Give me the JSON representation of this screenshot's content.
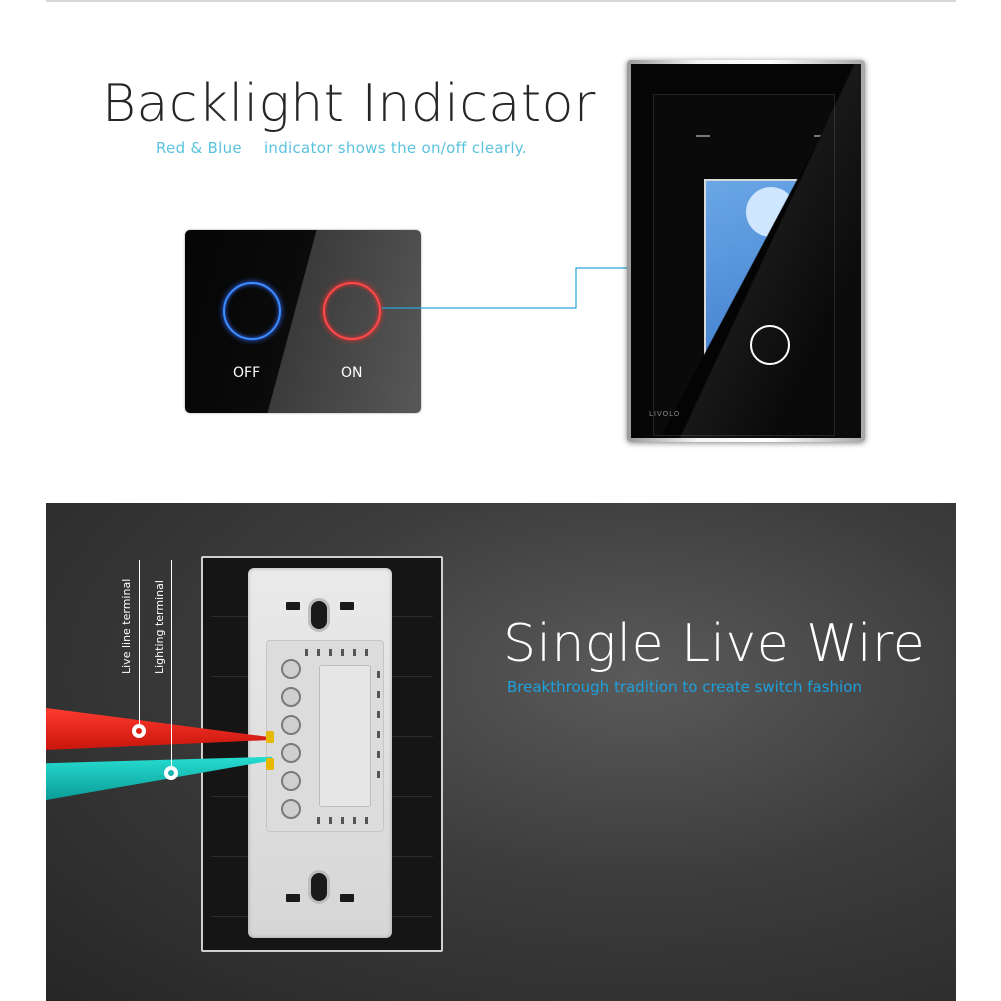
{
  "backlight": {
    "title": "Backlight Indicator",
    "subtitle_left": "Red & Blue",
    "subtitle_right": "indicator shows the on/off clearly.",
    "off_label": "OFF",
    "on_label": "ON",
    "brand_text": "LIVOLO"
  },
  "live_wire": {
    "title": "Single Live Wire",
    "subtitle": "Breakthrough tradition to create switch fashion",
    "live_line_label": "Live line terminal",
    "lighting_label": "Lighting terminal"
  },
  "colors": {
    "indicator_blue": "#3e8cff",
    "indicator_red": "#ff4a4a",
    "accent_cyan": "#5bc2dd",
    "subtitle_blue": "#1da1dc",
    "live_wire_red": "#e02010",
    "lighting_wire_cyan": "#17b5ad"
  }
}
